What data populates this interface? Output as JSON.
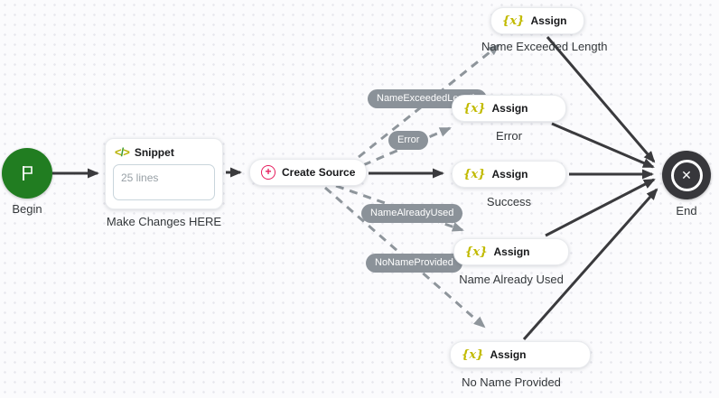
{
  "nodes": {
    "begin": {
      "type": "Begin",
      "label": "Begin"
    },
    "snippet": {
      "title": "Snippet",
      "content": "25 lines",
      "label": "Make Changes HERE"
    },
    "create_source": {
      "title": "Create Source"
    },
    "assign_name_exceeded": {
      "title": "Assign",
      "label": "Name Exceeded Length"
    },
    "assign_error": {
      "title": "Assign",
      "label": "Error"
    },
    "assign_success": {
      "title": "Assign",
      "label": "Success"
    },
    "assign_name_already_used": {
      "title": "Assign",
      "label": "Name Already Used"
    },
    "assign_no_name_provided": {
      "title": "Assign",
      "label": "No Name Provided"
    },
    "end": {
      "label": "End"
    }
  },
  "edge_labels": [
    "NameExceededLength",
    "Error",
    "NameAlreadyUsed",
    "NoNameProvided"
  ],
  "icons": {
    "assign_glyph": "{x}",
    "snippet_open": "<",
    "snippet_slash": "/",
    "snippet_close": ">",
    "plus_glyph": "+",
    "end_glyph": "✕"
  },
  "colors": {
    "begin_green": "#217d21",
    "end_dark": "#37373b",
    "icon_yellow": "#c1ba00",
    "icon_pink": "#e61c5d",
    "edge_solid": "#3a3a3d",
    "edge_dashed": "#8e959b",
    "pill_gray": "#8b9299"
  }
}
